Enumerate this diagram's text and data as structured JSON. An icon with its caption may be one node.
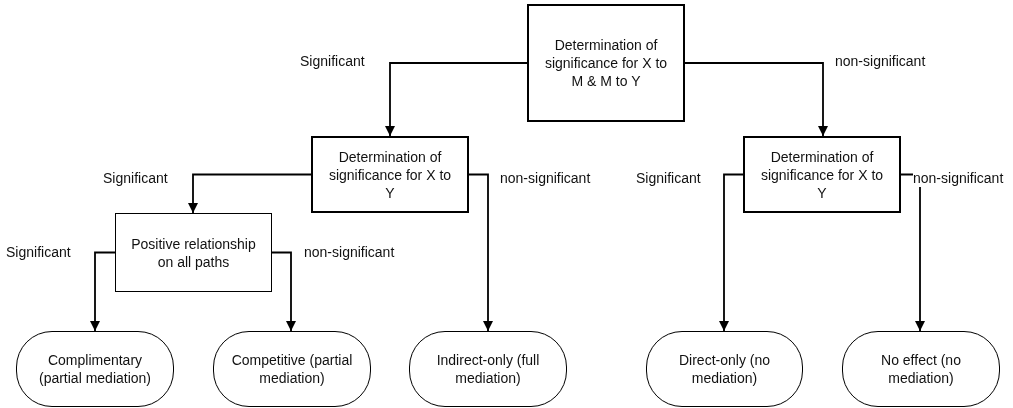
{
  "diagram": {
    "nodes": [
      {
        "text": [
          "Determination of significance for X to M & M to Y"
        ]
      },
      {
        "text": [
          "Determination of significance for X to Y"
        ]
      },
      {
        "text": [
          "Determination of significance for X to Y"
        ]
      },
      {
        "text": [
          "Positive relationship on all paths"
        ]
      },
      {
        "text": [
          "Complimentary (partial mediation)"
        ]
      },
      {
        "text": [
          "Competitive (partial mediation)"
        ]
      },
      {
        "text": [
          "Indirect-only (full mediation)"
        ]
      },
      {
        "text": [
          "Direct-only (no mediation)"
        ]
      },
      {
        "text": [
          "No effect (no mediation)"
        ]
      }
    ],
    "edges": [
      {
        "from": 0,
        "to": 1,
        "arrow": "to",
        "label": "Significant"
      },
      {
        "from": 0,
        "to": 2,
        "arrow": "to",
        "label": "non-significant"
      },
      {
        "from": 1,
        "to": 3,
        "arrow": "to",
        "label": "Significant"
      },
      {
        "from": 1,
        "to": 6,
        "arrow": "to",
        "label": "non-significant"
      },
      {
        "from": 2,
        "to": 7,
        "arrow": "to",
        "label": "Significant"
      },
      {
        "from": 2,
        "to": 8,
        "arrow": "to",
        "label": "non-significant"
      },
      {
        "from": 3,
        "to": 4,
        "arrow": "to",
        "label": "Significant"
      },
      {
        "from": 3,
        "to": 5,
        "arrow": "to",
        "label": "non-significant"
      }
    ]
  }
}
